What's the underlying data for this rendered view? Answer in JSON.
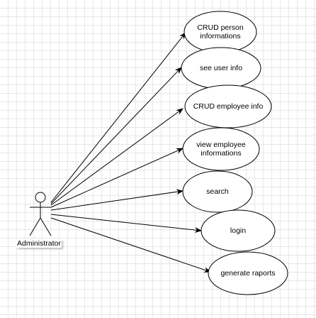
{
  "diagram": {
    "actor": {
      "name": "Administrator"
    },
    "use_cases": [
      {
        "id": "crud-person",
        "label": "CRUD person\ninformations"
      },
      {
        "id": "see-user-info",
        "label": "see user info"
      },
      {
        "id": "crud-employee",
        "label": "CRUD employee info"
      },
      {
        "id": "view-employee",
        "label": "view employee\ninformations"
      },
      {
        "id": "search",
        "label": "search"
      },
      {
        "id": "login",
        "label": "login"
      },
      {
        "id": "generate-raports",
        "label": "generate raports"
      }
    ],
    "colors": {
      "stroke": "#000000",
      "fill": "#ffffff",
      "grid": "#e7e7e7"
    }
  }
}
